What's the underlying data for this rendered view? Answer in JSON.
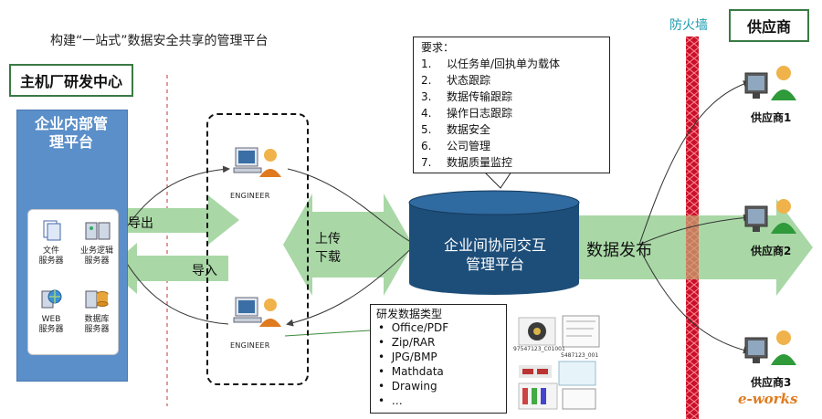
{
  "title": "构建“一站式”数据安全共享的管理平台",
  "left_header": "主机厂研发中心",
  "right_header": "供应商",
  "firewall": "防火墙",
  "internal_platform": {
    "title_line1": "企业内部管",
    "title_line2": "理平台"
  },
  "servers": [
    {
      "line1": "文件",
      "line2": "服务器",
      "icon": "file-server-icon"
    },
    {
      "line1": "业务逻辑",
      "line2": "服务器",
      "icon": "app-server-icon"
    },
    {
      "line1": "WEB",
      "line2": "服务器",
      "icon": "web-server-icon"
    },
    {
      "line1": "数据库",
      "line2": "服务器",
      "icon": "database-server-icon"
    }
  ],
  "export_label": "导出",
  "import_label": "导入",
  "engineers": [
    "ENGINEER",
    "ENGINEER"
  ],
  "upload_label": "上传",
  "download_label": "下载",
  "central_platform": {
    "line1": "企业间协同交互",
    "line2": "管理平台"
  },
  "publish_label": "数据发布",
  "requirements": {
    "header": "要求：",
    "items": [
      {
        "num": "1.",
        "text": "以任务单/回执单为载体"
      },
      {
        "num": "2.",
        "text": "状态跟踪"
      },
      {
        "num": "3.",
        "text": "数据传输跟踪"
      },
      {
        "num": "4.",
        "text": "操作日志跟踪"
      },
      {
        "num": "5.",
        "text": "数据安全"
      },
      {
        "num": "6.",
        "text": "公司管理"
      },
      {
        "num": "7.",
        "text": "数据质量监控"
      }
    ]
  },
  "data_types": {
    "header": "研发数据类型",
    "items": [
      "Office/PDF",
      "Zip/RAR",
      "JPG/BMP",
      "Mathdata",
      "Drawing",
      "…"
    ]
  },
  "thumbnail_captions": [
    "97547123_C01001",
    "5487123_001"
  ],
  "suppliers": [
    "供应商1",
    "供应商2",
    "供应商3"
  ],
  "logo": "e-works",
  "colors": {
    "green_arrow": "#a9d8a6",
    "cylinder": "#1d4e79",
    "panel_blue": "#5b8fc9",
    "firewall_red": "#c8102e",
    "header_border": "#3a7a44"
  }
}
